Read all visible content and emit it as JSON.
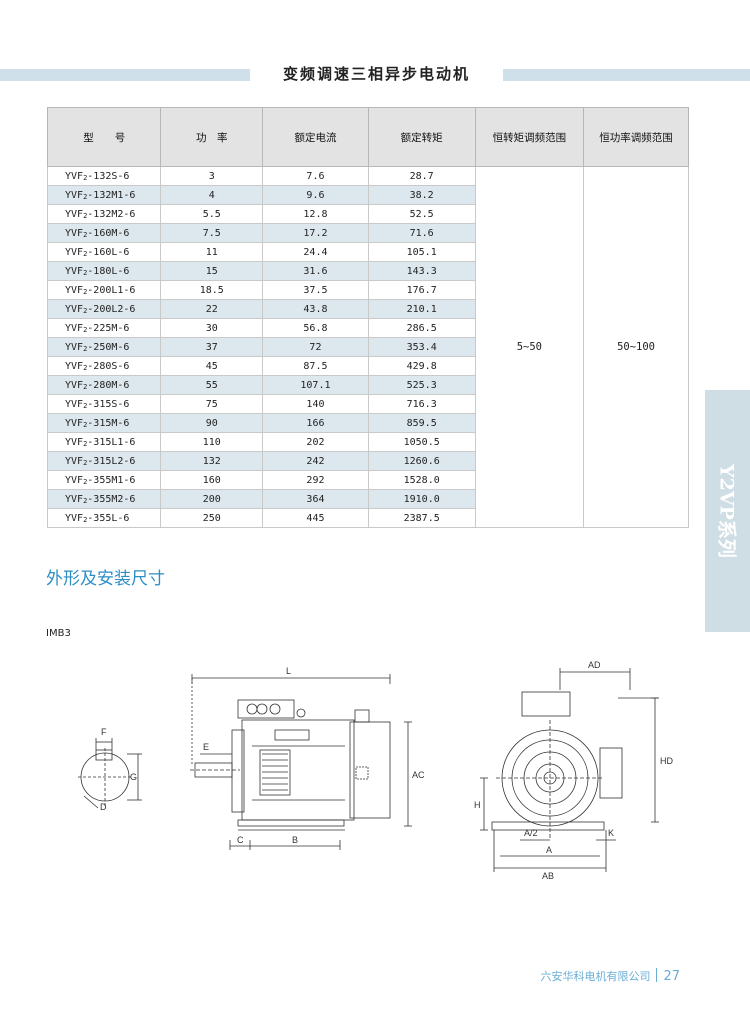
{
  "header": {
    "title": "变频调速三相异步电动机"
  },
  "table": {
    "columns": [
      "型　　号",
      "功　率",
      "额定电流",
      "额定转矩",
      "恒转矩调频范围",
      "恒功率调频范围"
    ],
    "rows": [
      {
        "model_prefix": "YVF",
        "model_sub": "2",
        "model_suffix": "-132S-6",
        "power": "3",
        "current": "7.6",
        "torque": "28.7"
      },
      {
        "model_prefix": "YVF",
        "model_sub": "2",
        "model_suffix": "-132M1-6",
        "power": "4",
        "current": "9.6",
        "torque": "38.2"
      },
      {
        "model_prefix": "YVF",
        "model_sub": "2",
        "model_suffix": "-132M2-6",
        "power": "5.5",
        "current": "12.8",
        "torque": "52.5"
      },
      {
        "model_prefix": "YVF",
        "model_sub": "2",
        "model_suffix": "-160M-6",
        "power": "7.5",
        "current": "17.2",
        "torque": "71.6"
      },
      {
        "model_prefix": "YVF",
        "model_sub": "2",
        "model_suffix": "-160L-6",
        "power": "11",
        "current": "24.4",
        "torque": "105.1"
      },
      {
        "model_prefix": "YVF",
        "model_sub": "2",
        "model_suffix": "-180L-6",
        "power": "15",
        "current": "31.6",
        "torque": "143.3"
      },
      {
        "model_prefix": "YVF",
        "model_sub": "2",
        "model_suffix": "-200L1-6",
        "power": "18.5",
        "current": "37.5",
        "torque": "176.7"
      },
      {
        "model_prefix": "YVF",
        "model_sub": "2",
        "model_suffix": "-200L2-6",
        "power": "22",
        "current": "43.8",
        "torque": "210.1"
      },
      {
        "model_prefix": "YVF",
        "model_sub": "2",
        "model_suffix": "-225M-6",
        "power": "30",
        "current": "56.8",
        "torque": "286.5"
      },
      {
        "model_prefix": "YVF",
        "model_sub": "2",
        "model_suffix": "-250M-6",
        "power": "37",
        "current": "72",
        "torque": "353.4"
      },
      {
        "model_prefix": "YVF",
        "model_sub": "2",
        "model_suffix": "-280S-6",
        "power": "45",
        "current": "87.5",
        "torque": "429.8"
      },
      {
        "model_prefix": "YVF",
        "model_sub": "2",
        "model_suffix": "-280M-6",
        "power": "55",
        "current": "107.1",
        "torque": "525.3"
      },
      {
        "model_prefix": "YVF",
        "model_sub": "2",
        "model_suffix": "-315S-6",
        "power": "75",
        "current": "140",
        "torque": "716.3"
      },
      {
        "model_prefix": "YVF",
        "model_sub": "2",
        "model_suffix": "-315M-6",
        "power": "90",
        "current": "166",
        "torque": "859.5"
      },
      {
        "model_prefix": "YVF",
        "model_sub": "2",
        "model_suffix": "-315L1-6",
        "power": "110",
        "current": "202",
        "torque": "1050.5"
      },
      {
        "model_prefix": "YVF",
        "model_sub": "2",
        "model_suffix": "-315L2-6",
        "power": "132",
        "current": "242",
        "torque": "1260.6"
      },
      {
        "model_prefix": "YVF",
        "model_sub": "2",
        "model_suffix": "-355M1-6",
        "power": "160",
        "current": "292",
        "torque": "1528.0"
      },
      {
        "model_prefix": "YVF",
        "model_sub": "2",
        "model_suffix": "-355M2-6",
        "power": "200",
        "current": "364",
        "torque": "1910.0"
      },
      {
        "model_prefix": "YVF",
        "model_sub": "2",
        "model_suffix": "-355L-6",
        "power": "250",
        "current": "445",
        "torque": "2387.5"
      }
    ],
    "const_torque_range": "5~50",
    "const_power_range": "50~100"
  },
  "side_tab": {
    "label": "Y2VP系列"
  },
  "section": {
    "title": "外形及安装尺寸",
    "mount": "IMB3"
  },
  "drawing": {
    "labels": {
      "L": "L",
      "E": "E",
      "C": "C",
      "B": "B",
      "AC": "AC",
      "F": "F",
      "G": "G",
      "D": "D",
      "AD": "AD",
      "HD": "HD",
      "H": "H",
      "A2": "A/2",
      "A": "A",
      "AB": "AB",
      "K": "K"
    }
  },
  "footer": {
    "company": "六安华科电机有限公司",
    "page": "27"
  }
}
